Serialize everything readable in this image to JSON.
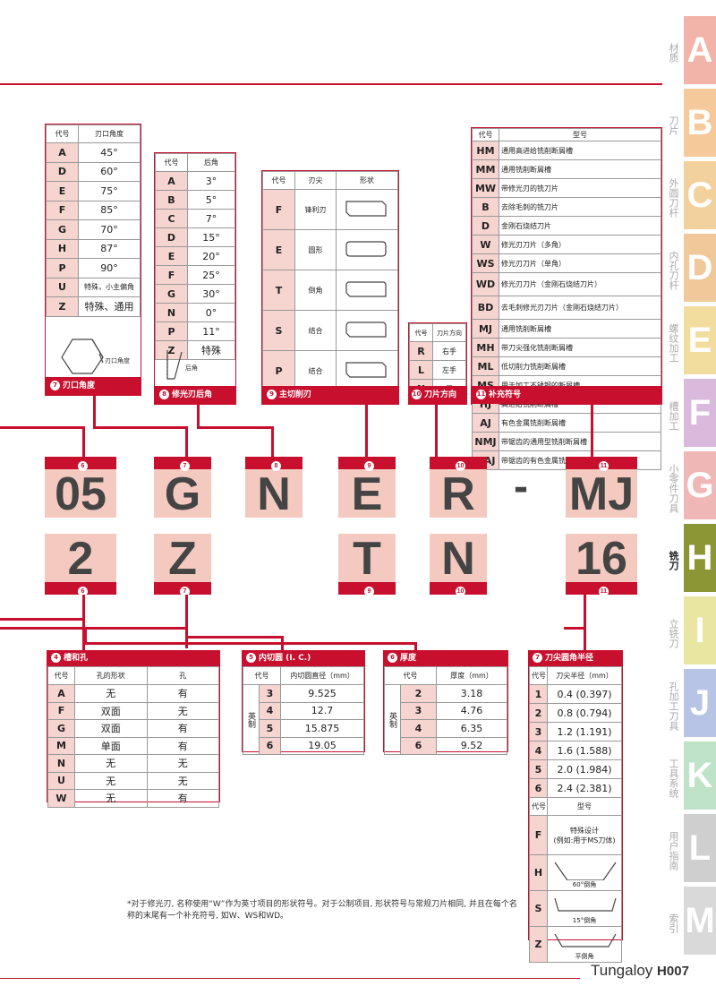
{
  "edge_angle": {
    "h_code": "代号",
    "h_val": "刃口角度",
    "rows": [
      [
        "A",
        "45°"
      ],
      [
        "D",
        "60°"
      ],
      [
        "E",
        "75°"
      ],
      [
        "F",
        "85°"
      ],
      [
        "G",
        "70°"
      ],
      [
        "H",
        "87°"
      ],
      [
        "P",
        "90°"
      ],
      [
        "U",
        "特殊，小主偏角"
      ],
      [
        "Z",
        "特殊、通用"
      ]
    ],
    "diagram_label": "刃口角度",
    "num": "7",
    "footer": "刃口角度"
  },
  "relief": {
    "h_code": "代号",
    "h_val": "后角",
    "rows": [
      [
        "A",
        "3°"
      ],
      [
        "B",
        "5°"
      ],
      [
        "C",
        "7°"
      ],
      [
        "D",
        "15°"
      ],
      [
        "E",
        "20°"
      ],
      [
        "F",
        "25°"
      ],
      [
        "G",
        "30°"
      ],
      [
        "N",
        "0°"
      ],
      [
        "P",
        "11°"
      ],
      [
        "Z",
        "特殊"
      ]
    ],
    "diagram_label": "后角",
    "num": "8",
    "footer": "修光刃后角"
  },
  "edge": {
    "h_code": "代号",
    "h_tip": "刃尖",
    "h_shape": "形状",
    "rows": [
      [
        "F",
        "锋利刃"
      ],
      [
        "E",
        "圆形"
      ],
      [
        "T",
        "倒角"
      ],
      [
        "S",
        "结合"
      ],
      [
        "P",
        "结合"
      ]
    ],
    "num": "9",
    "footer": "主切削刃"
  },
  "direction": {
    "h_code": "代号",
    "h_dir": "刀片方向",
    "rows": [
      [
        "R",
        "右手"
      ],
      [
        "L",
        "左手"
      ],
      [
        "N",
        "无"
      ]
    ],
    "num": "10",
    "footer": "刀片方向"
  },
  "suffix": {
    "h_code": "代号",
    "h_type": "型号",
    "rows": [
      [
        "HM",
        "通用高进给铣削断屑槽"
      ],
      [
        "MM",
        "通用铣削断屑槽"
      ],
      [
        "MW",
        "带修光刃的铣刀片"
      ],
      [
        "B",
        "去除毛刺的铣刀片"
      ],
      [
        "D",
        "金刚石烧结刀片"
      ],
      [
        "W",
        "修光刃刀片（多角）"
      ],
      [
        "WS",
        "修光刃刀片（单角）"
      ],
      [
        "WD",
        "修光刃刀片（金刚石烧结刀片）"
      ],
      [
        "BD",
        "去毛刺修光刃刀片（金刚石烧结刀片）"
      ],
      [
        "MJ",
        "通用铣削断屑槽"
      ],
      [
        "MH",
        "带刀尖强化铣削断屑槽"
      ],
      [
        "ML",
        "低切削力铣削断屑槽"
      ],
      [
        "MS",
        "用于加工不锈钢的断屑槽"
      ],
      [
        "HJ",
        "高进给铣削断屑槽"
      ],
      [
        "AJ",
        "有色金属铣削断屑槽"
      ],
      [
        "NMJ",
        "带锯齿的通用型铣削断屑槽"
      ],
      [
        "NAJ",
        "带锯齿的有色金属铣削断屑槽"
      ]
    ],
    "num": "11",
    "footer": "补充符号"
  },
  "codes_top": [
    {
      "num": "6",
      "text": "05"
    },
    {
      "num": "7",
      "text": "G"
    },
    {
      "num": "8",
      "text": "N"
    },
    {
      "num": "9",
      "text": "E"
    },
    {
      "num": "10",
      "text": "R"
    },
    {
      "num": "11",
      "text": "MJ"
    }
  ],
  "dash": "-",
  "codes_bottom": [
    {
      "num": "6",
      "text": "2"
    },
    {
      "num": "7",
      "text": "Z"
    },
    {
      "num": "9",
      "text": "T"
    },
    {
      "num": "10",
      "text": "N"
    },
    {
      "num": "11",
      "text": "16"
    }
  ],
  "holes": {
    "num": "4",
    "title": "槽和孔",
    "h_code": "代号",
    "h_shape": "孔的形状",
    "h_hole": "孔",
    "rows": [
      [
        "A",
        "无",
        "有"
      ],
      [
        "F",
        "双面",
        "无"
      ],
      [
        "G",
        "双面",
        "有"
      ],
      [
        "M",
        "单面",
        "有"
      ],
      [
        "N",
        "无",
        "无"
      ],
      [
        "U",
        "无",
        "无"
      ],
      [
        "W",
        "无",
        "有"
      ]
    ]
  },
  "ic": {
    "num": "5",
    "title": "内切圆 (I. C.)",
    "h_code": "代号",
    "h_val": "内切圆直径（mm）",
    "group": "英制",
    "rows": [
      [
        "3",
        "9.525"
      ],
      [
        "4",
        "12.7"
      ],
      [
        "5",
        "15.875"
      ],
      [
        "6",
        "19.05"
      ]
    ]
  },
  "thickness": {
    "num": "6",
    "title": "厚度",
    "h_code": "代号",
    "h_val": "厚度（mm）",
    "group": "英制",
    "rows": [
      [
        "2",
        "3.18"
      ],
      [
        "3",
        "4.76"
      ],
      [
        "4",
        "6.35"
      ],
      [
        "6",
        "9.52"
      ]
    ]
  },
  "corner": {
    "num": "7",
    "title": "刀尖圆角半径",
    "h_code": "代号",
    "h_val": "刀尖半径（mm）",
    "rows": [
      [
        "1",
        "0.4 (0.397)"
      ],
      [
        "2",
        "0.8 (0.794)"
      ],
      [
        "3",
        "1.2 (1.191)"
      ],
      [
        "4",
        "1.6 (1.588)"
      ],
      [
        "5",
        "2.0 (1.984)"
      ],
      [
        "6",
        "2.4 (2.381)"
      ]
    ],
    "h2_code": "代号",
    "h2_type": "型号",
    "special_code": "F",
    "special_text": "特殊设计\n(例如:用于MS刀体)",
    "chamfer": [
      {
        "code": "H",
        "label": "60°倒角"
      },
      {
        "code": "S",
        "label": "15°倒角"
      },
      {
        "code": "Z",
        "label": "平倒角"
      }
    ]
  },
  "note": "*对于修光刃, 名称使用“W”作为英寸项目的形状符号。对于公制项目, 形状符号与常规刀片相同, 并且在每个名称的末尾有一个补充符号, 如W、WS和WD。",
  "brand": "Tungaloy",
  "page": "H007",
  "tabs": [
    {
      "l": "A",
      "t": "材质",
      "c": "#f2b3a8"
    },
    {
      "l": "B",
      "t": "刀片",
      "c": "#f5c99a"
    },
    {
      "l": "C",
      "t": "外圆刀杆",
      "c": "#f3d19c"
    },
    {
      "l": "D",
      "t": "内孔刀杆",
      "c": "#f0c89a"
    },
    {
      "l": "E",
      "t": "螺纹加工",
      "c": "#f3dd9e"
    },
    {
      "l": "F",
      "t": "槽加工",
      "c": "#d9b9dc"
    },
    {
      "l": "G",
      "t": "小零件刀具",
      "c": "#f0b7b7"
    },
    {
      "l": "H",
      "t": "铣刀",
      "c": "#8c9634",
      "active": true
    },
    {
      "l": "I",
      "t": "立铣刀",
      "c": "#e9e6a2"
    },
    {
      "l": "J",
      "t": "孔加工刀具",
      "c": "#b8c4e6"
    },
    {
      "l": "K",
      "t": "工具系统",
      "c": "#bfe3c8"
    },
    {
      "l": "L",
      "t": "用户指南",
      "c": "#cfcfcf"
    },
    {
      "l": "M",
      "t": "索引",
      "c": "#d9d9d9"
    }
  ]
}
